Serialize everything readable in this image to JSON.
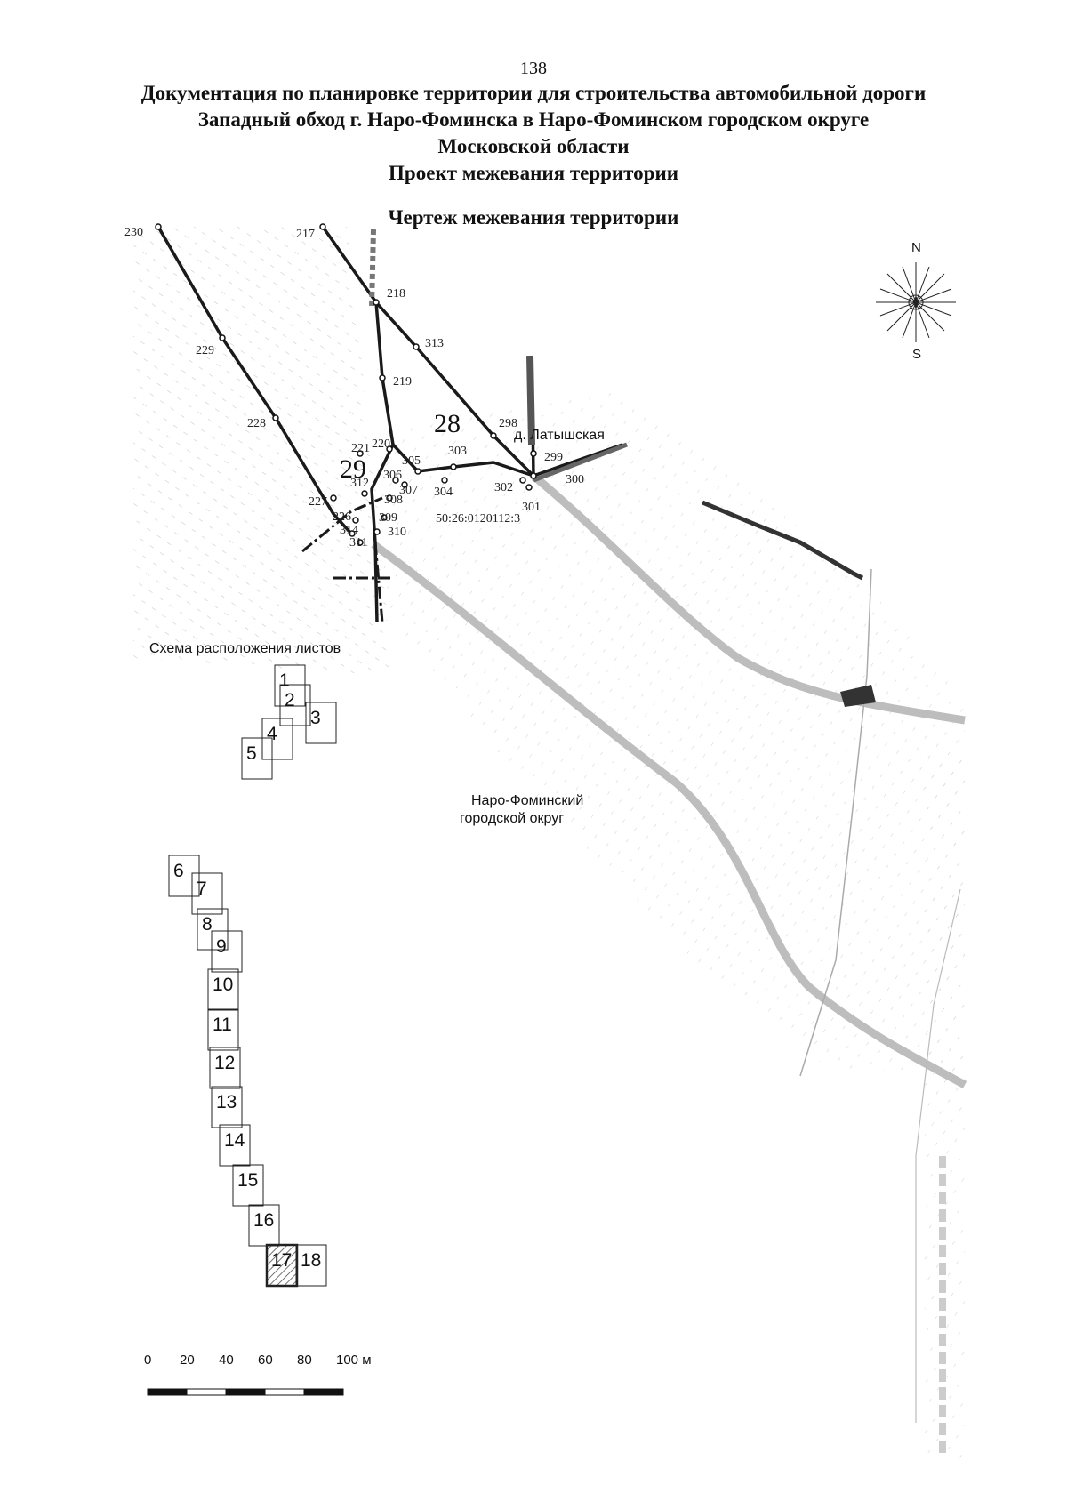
{
  "page_number": "138",
  "header": {
    "line1": "Документация по планировке территории для строительства автомобильной дороги",
    "line2": "Западный обход г. Наро-Фоминска в Наро-Фоминском городском округе",
    "line3": "Московской области",
    "line4": "Проект межевания территории"
  },
  "drawing_title": "Чертеж межевания территории",
  "compass": {
    "north": "N",
    "south": "S"
  },
  "map": {
    "parcel_numbers": [
      "28",
      "29"
    ],
    "cadastral_number": "50:26:0120112:3",
    "village": "д. Латышская",
    "district": [
      "Наро-Фоминский",
      "городской округ"
    ],
    "points": [
      "230",
      "229",
      "228",
      "227",
      "226",
      "217",
      "218",
      "313",
      "219",
      "221",
      "220",
      "305",
      "303",
      "298",
      "299",
      "300",
      "301",
      "302",
      "304",
      "307",
      "306",
      "308",
      "309",
      "310",
      "311",
      "312",
      "314"
    ]
  },
  "sheet_scheme": {
    "title": "Схема расположения листов",
    "sheets": [
      "1",
      "2",
      "3",
      "4",
      "5",
      "6",
      "7",
      "8",
      "9",
      "10",
      "11",
      "12",
      "13",
      "14",
      "15",
      "16",
      "17",
      "18"
    ],
    "current_sheet": "17"
  },
  "scale_bar": {
    "ticks": [
      "0",
      "20",
      "40",
      "60",
      "80",
      "100 м"
    ]
  },
  "colors": {
    "boundary": "#1a1a1a",
    "road": "#bdbdbd",
    "hatch": "#c8c8c8",
    "highlight": "#555555"
  }
}
